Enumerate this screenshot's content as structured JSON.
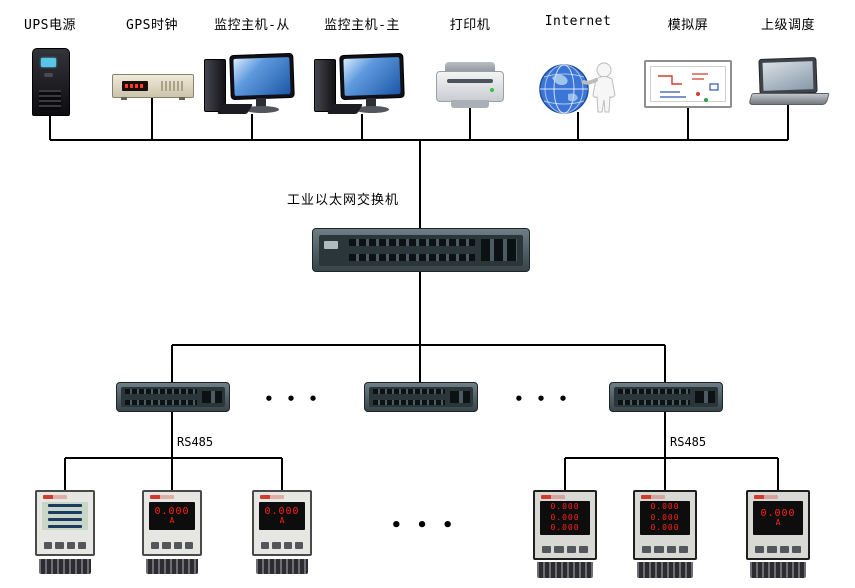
{
  "canvas": {
    "background": "#ffffff",
    "line_color": "#000000"
  },
  "top_row": [
    {
      "label": "UPS电源"
    },
    {
      "label": "GPS时钟"
    },
    {
      "label": "监控主机-从"
    },
    {
      "label": "监控主机-主"
    },
    {
      "label": "打印机"
    },
    {
      "label": "Internet"
    },
    {
      "label": "模拟屏"
    },
    {
      "label": "上级调度"
    }
  ],
  "backbone": {
    "switch_label": "工业以太网交换机"
  },
  "branches": {
    "ellipsis_switch_left": "• • •",
    "ellipsis_switch_right": "• • •",
    "rs485_left": "RS485",
    "rs485_right": "RS485",
    "ellipsis_meters": "• • •"
  },
  "meters_left": [
    {
      "type": "lcd"
    },
    {
      "type": "led",
      "value": "0.000",
      "unit": "A"
    },
    {
      "type": "led",
      "value": "0.000",
      "unit": "A"
    }
  ],
  "meters_right": [
    {
      "type": "led3",
      "rows": [
        "0.000",
        "0.000",
        "0.000"
      ]
    },
    {
      "type": "led3",
      "rows": [
        "0.000",
        "0.000",
        "0.000"
      ]
    },
    {
      "type": "led",
      "value": "0.000",
      "unit": "A"
    }
  ]
}
